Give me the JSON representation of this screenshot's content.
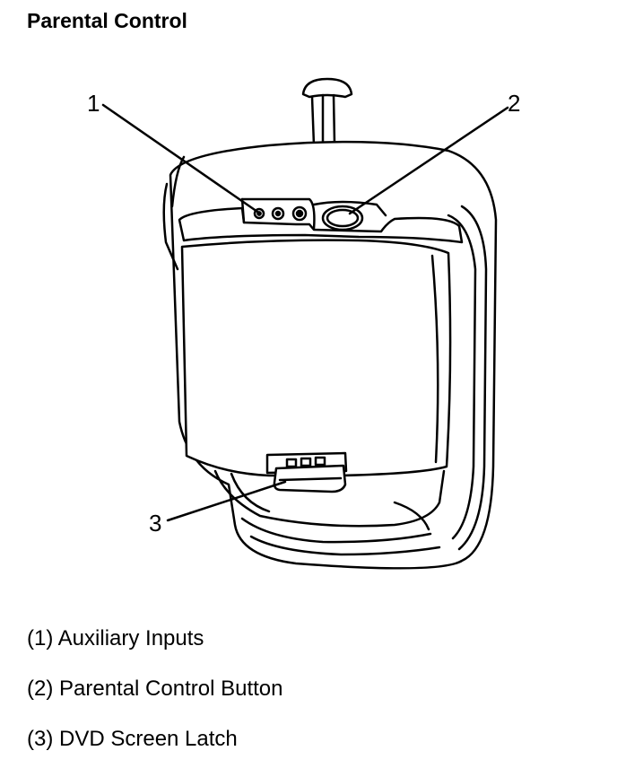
{
  "title": "Parental Control",
  "callouts": [
    {
      "number": "1"
    },
    {
      "number": "2"
    },
    {
      "number": "3"
    }
  ],
  "legend": [
    "(1) Auxiliary Inputs",
    "(2) Parental Control Button",
    "(3) DVD Screen Latch"
  ]
}
